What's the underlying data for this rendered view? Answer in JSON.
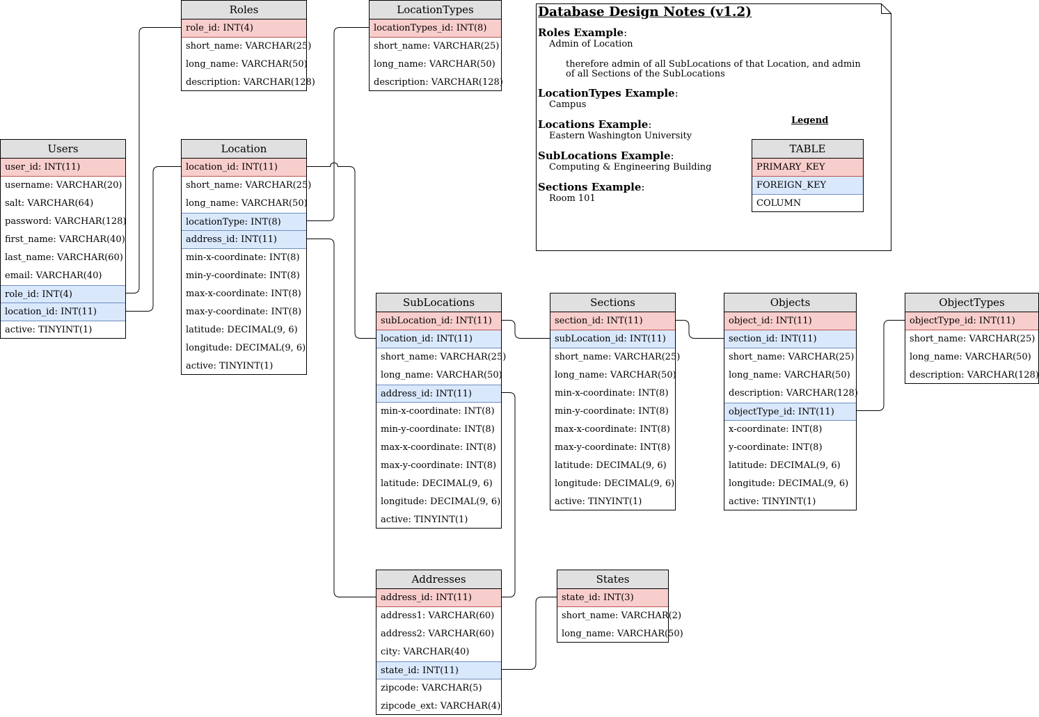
{
  "tables": {
    "roles": {
      "title": "Roles",
      "rows": [
        {
          "text": "role_id: INT(4)",
          "kind": "pk"
        },
        {
          "text": "short_name: VARCHAR(25)",
          "kind": "col"
        },
        {
          "text": "long_name: VARCHAR(50)",
          "kind": "col"
        },
        {
          "text": "description: VARCHAR(128)",
          "kind": "col"
        }
      ]
    },
    "locationtypes": {
      "title": "LocationTypes",
      "rows": [
        {
          "text": "locationTypes_id: INT(8)",
          "kind": "pk"
        },
        {
          "text": "short_name: VARCHAR(25)",
          "kind": "col"
        },
        {
          "text": "long_name: VARCHAR(50)",
          "kind": "col"
        },
        {
          "text": "description: VARCHAR(128)",
          "kind": "col"
        }
      ]
    },
    "users": {
      "title": "Users",
      "rows": [
        {
          "text": "user_id: INT(11)",
          "kind": "pk"
        },
        {
          "text": "username: VARCHAR(20)",
          "kind": "col"
        },
        {
          "text": "salt: VARCHAR(64)",
          "kind": "col"
        },
        {
          "text": "password: VARCHAR(128)",
          "kind": "col"
        },
        {
          "text": "first_name: VARCHAR(40)",
          "kind": "col"
        },
        {
          "text": "last_name: VARCHAR(60)",
          "kind": "col"
        },
        {
          "text": "email: VARCHAR(40)",
          "kind": "col"
        },
        {
          "text": "role_id: INT(4)",
          "kind": "fk"
        },
        {
          "text": "location_id: INT(11)",
          "kind": "fk"
        },
        {
          "text": "active: TINYINT(1)",
          "kind": "col"
        }
      ]
    },
    "location": {
      "title": "Location",
      "rows": [
        {
          "text": "location_id: INT(11)",
          "kind": "pk"
        },
        {
          "text": "short_name: VARCHAR(25)",
          "kind": "col"
        },
        {
          "text": "long_name: VARCHAR(50)",
          "kind": "col"
        },
        {
          "text": "locationType: INT(8)",
          "kind": "fk"
        },
        {
          "text": "address_id: INT(11)",
          "kind": "fk"
        },
        {
          "text": "min-x-coordinate: INT(8)",
          "kind": "col"
        },
        {
          "text": "min-y-coordinate: INT(8)",
          "kind": "col"
        },
        {
          "text": "max-x-coordinate: INT(8)",
          "kind": "col"
        },
        {
          "text": "max-y-coordinate: INT(8)",
          "kind": "col"
        },
        {
          "text": "latitude: DECIMAL(9, 6)",
          "kind": "col"
        },
        {
          "text": "longitude: DECIMAL(9, 6)",
          "kind": "col"
        },
        {
          "text": "active: TINYINT(1)",
          "kind": "col"
        }
      ]
    },
    "sublocations": {
      "title": "SubLocations",
      "rows": [
        {
          "text": "subLocation_id: INT(11)",
          "kind": "pk"
        },
        {
          "text": "location_id: INT(11)",
          "kind": "fk"
        },
        {
          "text": "short_name: VARCHAR(25)",
          "kind": "col"
        },
        {
          "text": "long_name: VARCHAR(50)",
          "kind": "col"
        },
        {
          "text": "address_id: INT(11)",
          "kind": "fk"
        },
        {
          "text": "min-x-coordinate: INT(8)",
          "kind": "col"
        },
        {
          "text": "min-y-coordinate: INT(8)",
          "kind": "col"
        },
        {
          "text": "max-x-coordinate: INT(8)",
          "kind": "col"
        },
        {
          "text": "max-y-coordinate: INT(8)",
          "kind": "col"
        },
        {
          "text": "latitude: DECIMAL(9, 6)",
          "kind": "col"
        },
        {
          "text": "longitude: DECIMAL(9, 6)",
          "kind": "col"
        },
        {
          "text": "active: TINYINT(1)",
          "kind": "col"
        }
      ]
    },
    "sections": {
      "title": "Sections",
      "rows": [
        {
          "text": "section_id: INT(11)",
          "kind": "pk"
        },
        {
          "text": "subLocation_id: INT(11)",
          "kind": "fk"
        },
        {
          "text": "short_name: VARCHAR(25)",
          "kind": "col"
        },
        {
          "text": "long_name: VARCHAR(50)",
          "kind": "col"
        },
        {
          "text": "min-x-coordinate: INT(8)",
          "kind": "col"
        },
        {
          "text": "min-y-coordinate: INT(8)",
          "kind": "col"
        },
        {
          "text": "max-x-coordinate: INT(8)",
          "kind": "col"
        },
        {
          "text": "max-y-coordinate: INT(8)",
          "kind": "col"
        },
        {
          "text": "latitude: DECIMAL(9, 6)",
          "kind": "col"
        },
        {
          "text": "longitude: DECIMAL(9, 6)",
          "kind": "col"
        },
        {
          "text": "active: TINYINT(1)",
          "kind": "col"
        }
      ]
    },
    "objects": {
      "title": "Objects",
      "rows": [
        {
          "text": "object_id: INT(11)",
          "kind": "pk"
        },
        {
          "text": "section_id: INT(11)",
          "kind": "fk"
        },
        {
          "text": "short_name: VARCHAR(25)",
          "kind": "col"
        },
        {
          "text": "long_name: VARCHAR(50)",
          "kind": "col"
        },
        {
          "text": "description: VARCHAR(128)",
          "kind": "col"
        },
        {
          "text": "objectType_id: INT(11)",
          "kind": "fk"
        },
        {
          "text": "x-coordinate: INT(8)",
          "kind": "col"
        },
        {
          "text": "y-coordinate: INT(8)",
          "kind": "col"
        },
        {
          "text": "latitude: DECIMAL(9, 6)",
          "kind": "col"
        },
        {
          "text": "longitude: DECIMAL(9, 6)",
          "kind": "col"
        },
        {
          "text": "active: TINYINT(1)",
          "kind": "col"
        }
      ]
    },
    "objecttypes": {
      "title": "ObjectTypes",
      "rows": [
        {
          "text": "objectType_id: INT(11)",
          "kind": "pk"
        },
        {
          "text": "short_name: VARCHAR(25)",
          "kind": "col"
        },
        {
          "text": "long_name: VARCHAR(50)",
          "kind": "col"
        },
        {
          "text": "description: VARCHAR(128)",
          "kind": "col"
        }
      ]
    },
    "addresses": {
      "title": "Addresses",
      "rows": [
        {
          "text": "address_id: INT(11)",
          "kind": "pk"
        },
        {
          "text": "address1: VARCHAR(60)",
          "kind": "col"
        },
        {
          "text": "address2: VARCHAR(60)",
          "kind": "col"
        },
        {
          "text": "city: VARCHAR(40)",
          "kind": "col"
        },
        {
          "text": "state_id: INT(11)",
          "kind": "fk"
        },
        {
          "text": "zipcode: VARCHAR(5)",
          "kind": "col"
        },
        {
          "text": "zipcode_ext: VARCHAR(4)",
          "kind": "col"
        }
      ]
    },
    "states": {
      "title": "States",
      "rows": [
        {
          "text": "state_id: INT(3)",
          "kind": "pk"
        },
        {
          "text": "short_name: VARCHAR(2)",
          "kind": "col"
        },
        {
          "text": "long_name: VARCHAR(50)",
          "kind": "col"
        }
      ]
    },
    "legend_table": {
      "title": "TABLE",
      "rows": [
        {
          "text": "PRIMARY_KEY",
          "kind": "pk"
        },
        {
          "text": "FOREIGN_KEY",
          "kind": "fk"
        },
        {
          "text": "COLUMN",
          "kind": "col"
        }
      ]
    }
  },
  "notes": {
    "title": "Database Design Notes (v1.2)",
    "examples": [
      {
        "heading": "Roles Example",
        "colon": ":",
        "value": "Admin of Location",
        "extra": "therefore admin of all SubLocations of that Location, and admin of all Sections of the SubLocations"
      },
      {
        "heading": "LocationTypes Example",
        "colon": ":",
        "value": "Campus",
        "extra": ""
      },
      {
        "heading": "Locations Example",
        "colon": ":",
        "value": "Eastern Washington University",
        "extra": ""
      },
      {
        "heading": "SubLocations Example",
        "colon": ":",
        "value": "Computing & Engineering Building",
        "extra": ""
      },
      {
        "heading": "Sections Example",
        "colon": ":",
        "value": "Room 101",
        "extra": ""
      }
    ],
    "legend_label": "Legend"
  },
  "relationships": [
    {
      "from": "users.role_id",
      "to": "roles.role_id"
    },
    {
      "from": "users.location_id",
      "to": "location.location_id"
    },
    {
      "from": "location.locationType",
      "to": "locationtypes.locationTypes_id"
    },
    {
      "from": "location.location_id",
      "to": "sublocations.location_id"
    },
    {
      "from": "location.address_id",
      "to": "addresses.address_id"
    },
    {
      "from": "sublocations.subLocation_id",
      "to": "sections.subLocation_id"
    },
    {
      "from": "sublocations.address_id",
      "to": "addresses.address_id"
    },
    {
      "from": "sections.section_id",
      "to": "objects.section_id"
    },
    {
      "from": "objects.objectType_id",
      "to": "objecttypes.objectType_id"
    },
    {
      "from": "addresses.state_id",
      "to": "states.state_id"
    }
  ],
  "colors": {
    "primary_key": "#f8cecc",
    "foreign_key": "#dae8fc",
    "header": "#e0e0e0",
    "line": "#000000"
  }
}
